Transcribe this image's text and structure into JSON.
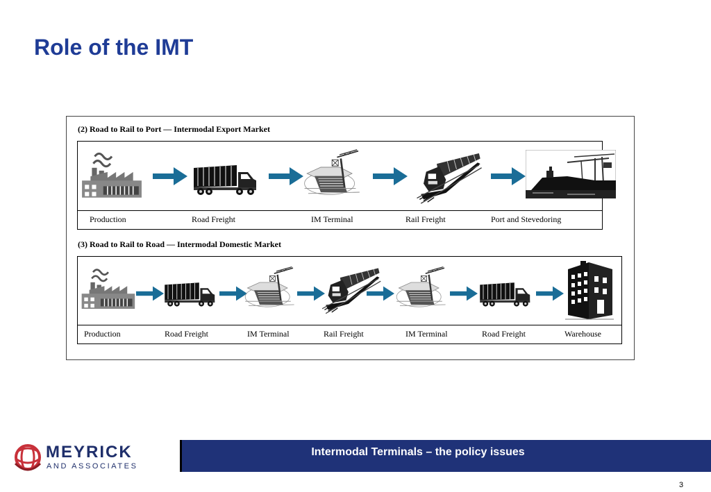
{
  "slide": {
    "title": "Role of the IMT",
    "page_number": "3"
  },
  "figure": {
    "section1": {
      "title": "(2) Road to Rail to Port — Intermodal Export Market",
      "labels": [
        "Production",
        "Road Freight",
        "IM Terminal",
        "Rail Freight",
        "Port and Stevedoring"
      ]
    },
    "section2": {
      "title": "(3) Road to Rail to Road — Intermodal Domestic Market",
      "labels": [
        "Production",
        "Road Freight",
        "IM Terminal",
        "Rail Freight",
        "IM Terminal",
        "Road Freight",
        "Warehouse"
      ]
    },
    "arrow_color": "#1a6d97",
    "icons": [
      "factory-icon",
      "truck-icon",
      "crane-icon",
      "train-icon",
      "ship-icon",
      "warehouse-icon"
    ]
  },
  "footer": {
    "logo_line1": "MEYRICK",
    "logo_line2": "AND ASSOCIATES",
    "banner_text": "Intermodal Terminals – the policy issues",
    "banner_color": "#1f3278",
    "logo_color": "#c8313a"
  }
}
